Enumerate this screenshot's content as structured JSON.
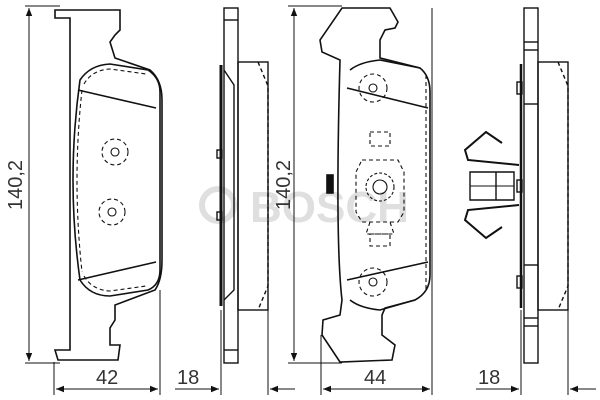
{
  "drawing": {
    "subject": "Brake pad set technical drawing",
    "watermark": "© BOSCH",
    "watermark_symbol": "©",
    "watermark_text": "BOSCH",
    "line_color": "#111111",
    "label_color": "#333333",
    "watermark_color": "#dcdcdc"
  },
  "views": [
    {
      "name": "pad-1-front",
      "dims": {
        "height": "140,2",
        "width": "42"
      }
    },
    {
      "name": "pad-1-side",
      "dims": {
        "thickness": "18"
      }
    },
    {
      "name": "pad-2-front",
      "dims": {
        "height": "140,2",
        "width": "44"
      }
    },
    {
      "name": "pad-2-side-with-clip",
      "dims": {
        "thickness": "18"
      }
    }
  ],
  "labels": {
    "pad1_height": "140,2",
    "pad1_width": "42",
    "pad1_thickness": "18",
    "pad2_height": "140,2",
    "pad2_width": "44",
    "pad2_thickness": "18"
  }
}
